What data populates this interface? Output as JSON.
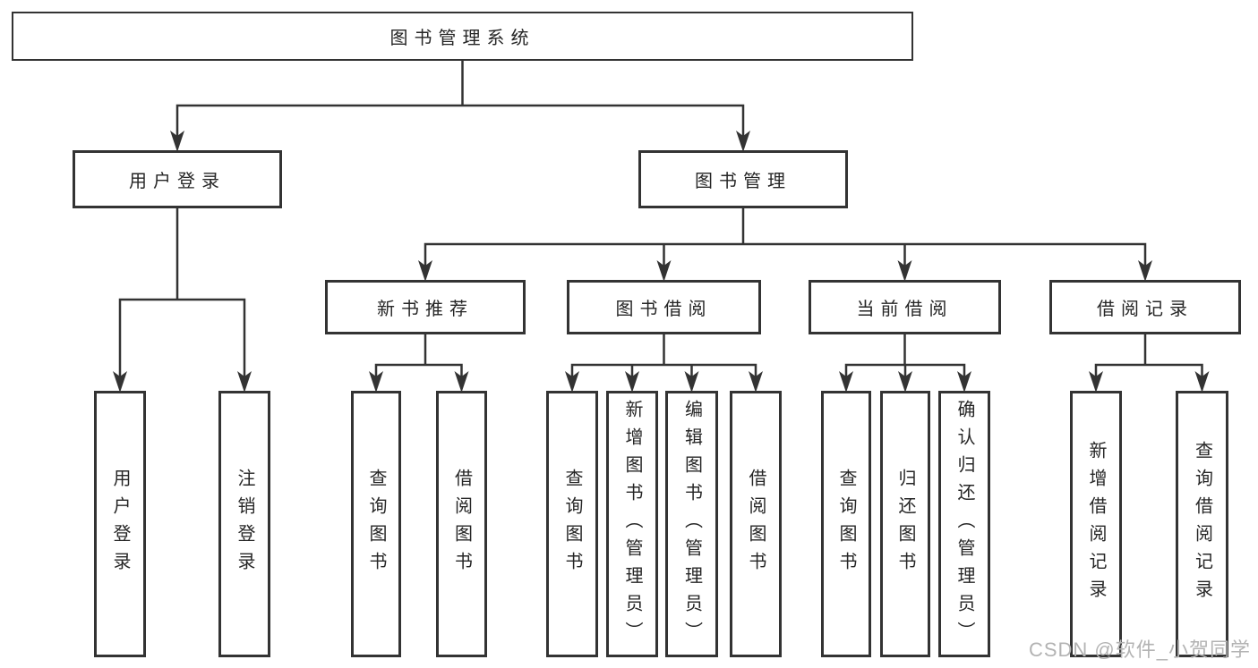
{
  "diagram": {
    "nodes": [
      {
        "id": "system",
        "label": "图书管理系统",
        "parent": null
      },
      {
        "id": "user-login",
        "label": "用户登录",
        "parent": "system"
      },
      {
        "id": "book-mgmt",
        "label": "图书管理",
        "parent": "system"
      },
      {
        "id": "login",
        "label": "用户登录",
        "parent": "user-login"
      },
      {
        "id": "logout",
        "label": "注销登录",
        "parent": "user-login"
      },
      {
        "id": "new-book-rec",
        "label": "新书推荐",
        "parent": "book-mgmt"
      },
      {
        "id": "book-borrow",
        "label": "图书借阅",
        "parent": "book-mgmt"
      },
      {
        "id": "current-borrow",
        "label": "当前借阅",
        "parent": "book-mgmt"
      },
      {
        "id": "borrow-record",
        "label": "借阅记录",
        "parent": "book-mgmt"
      },
      {
        "id": "query-book-rec",
        "label": "查询图书",
        "parent": "new-book-rec"
      },
      {
        "id": "borrow-book-rec",
        "label": "借阅图书",
        "parent": "new-book-rec"
      },
      {
        "id": "query-book-borrow",
        "label": "查询图书",
        "parent": "book-borrow"
      },
      {
        "id": "add-book",
        "label": "新增图书（管理员）",
        "parent": "book-borrow"
      },
      {
        "id": "edit-book",
        "label": "编辑图书（管理员）",
        "parent": "book-borrow"
      },
      {
        "id": "borrow-book",
        "label": "借阅图书",
        "parent": "book-borrow"
      },
      {
        "id": "query-book-current",
        "label": "查询图书",
        "parent": "current-borrow"
      },
      {
        "id": "return-book",
        "label": "归还图书",
        "parent": "current-borrow"
      },
      {
        "id": "confirm-return",
        "label": "确认归还（管理员）",
        "parent": "current-borrow"
      },
      {
        "id": "add-borrow-record",
        "label": "新增借阅记录",
        "parent": "borrow-record"
      },
      {
        "id": "query-borrow-record",
        "label": "查询借阅记录",
        "parent": "borrow-record"
      }
    ]
  },
  "watermark": {
    "text": "CSDN @软件_小贺同学"
  },
  "colors": {
    "line": "#333333",
    "text": "#262626",
    "box_background": "#ffffff",
    "watermark": "#b3b3b3"
  }
}
